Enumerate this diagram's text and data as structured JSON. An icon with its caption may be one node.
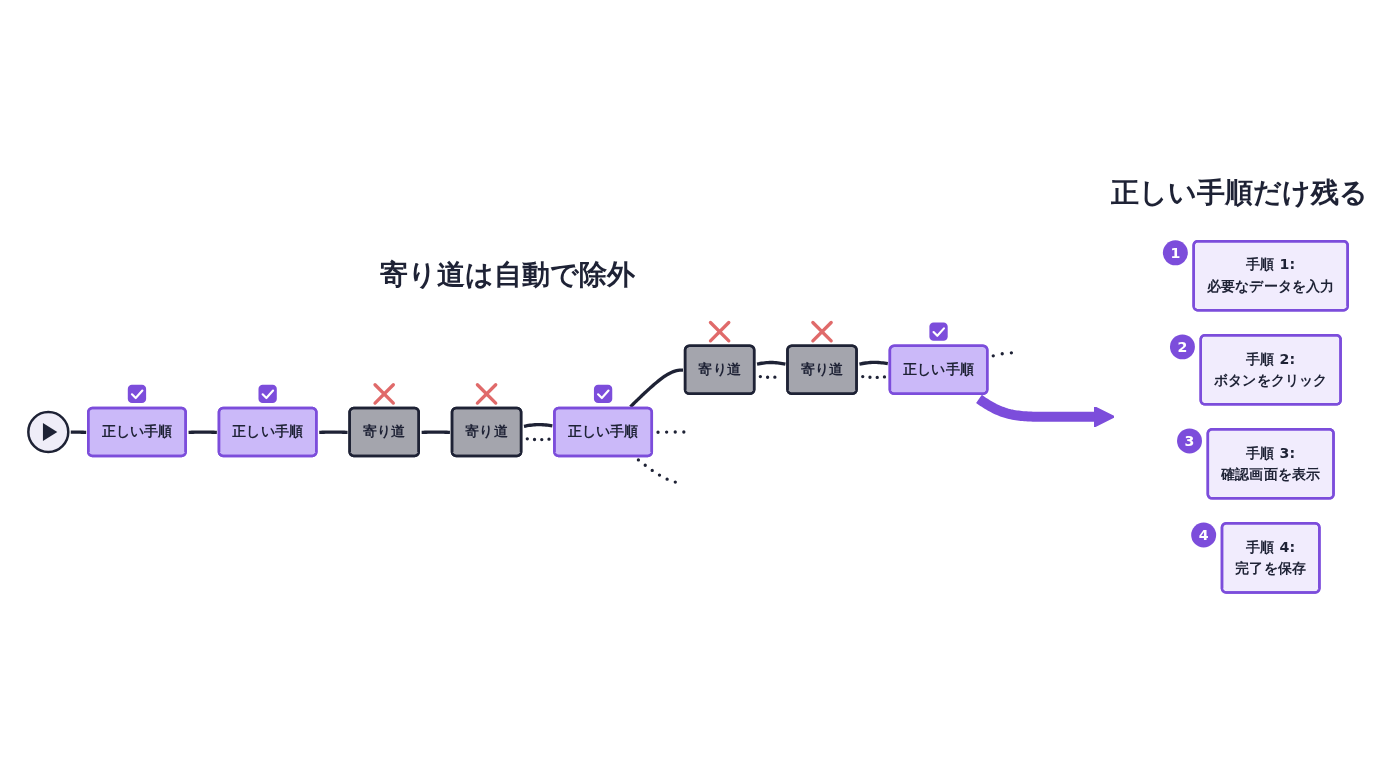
{
  "diagram": {
    "nodes": [
      {
        "text": [],
        "shape": "circle"
      },
      {
        "text": [
          "正しい手順"
        ]
      },
      {
        "text": [
          "正しい手順"
        ]
      },
      {
        "text": [
          "寄り道"
        ]
      },
      {
        "text": [
          "正しい手順"
        ]
      },
      {
        "text": [
          "寄り道"
        ]
      },
      {
        "text": [
          "寄り道"
        ]
      },
      {
        "text": [
          "寄り道"
        ]
      },
      {
        "text": [
          "正しい手順"
        ]
      },
      {
        "text": [
          "手順 1:",
          "必要なデータを入力"
        ],
        "beside": [
          "1"
        ]
      },
      {
        "text": [
          "手順 2:",
          "ボタンをクリック"
        ],
        "beside": [
          "2"
        ]
      },
      {
        "text": [
          "手順 3:",
          "確認画面を表示"
        ],
        "beside": [
          "3"
        ]
      },
      {
        "text": [
          "手順 4:",
          "完了を保存"
        ],
        "beside": [
          "4"
        ]
      }
    ],
    "edges": [
      {
        "from": 0,
        "to": 1,
        "arrow": "none"
      },
      {
        "from": 1,
        "to": 2,
        "arrow": "none"
      },
      {
        "from": 2,
        "to": 3,
        "arrow": "none"
      },
      {
        "from": 3,
        "to": 5,
        "arrow": "none"
      },
      {
        "from": 5,
        "to": 4,
        "arrow": "none"
      },
      {
        "from": 4,
        "to": 6,
        "arrow": "none"
      },
      {
        "from": 6,
        "to": 7,
        "arrow": "none"
      },
      {
        "from": 7,
        "to": 8,
        "arrow": "none"
      },
      {
        "from": 8,
        "to": null,
        "arrow": "to",
        "style": "thick",
        "color": "#7c4ddb"
      },
      {
        "from": 4,
        "to": null,
        "arrow": "none",
        "style": "dashed"
      },
      {
        "from": 4,
        "to": null,
        "arrow": "none",
        "style": "dashed"
      },
      {
        "from": 4,
        "to": 5,
        "arrow": "none",
        "style": "dashed"
      },
      {
        "from": 6,
        "to": 7,
        "arrow": "none",
        "style": "dashed"
      },
      {
        "from": 7,
        "to": 8,
        "arrow": "none",
        "style": "dashed"
      },
      {
        "from": 8,
        "to": null,
        "arrow": "none",
        "style": "dashed"
      }
    ],
    "labels": [
      "寄り道は自動で除外",
      "正しい手順だけ残る"
    ]
  }
}
